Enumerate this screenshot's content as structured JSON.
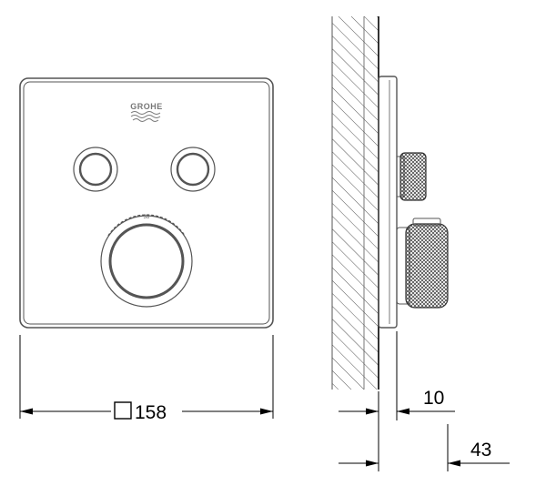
{
  "logo": {
    "text": "GROHE"
  },
  "dial": {
    "scale_label": "38"
  },
  "dimensions": {
    "width": {
      "symbol": "□",
      "value": "158"
    },
    "projection_inner": "10",
    "projection_outer": "43"
  },
  "colors": {
    "outline": "#555555",
    "line": "#000000",
    "background": "#ffffff"
  }
}
